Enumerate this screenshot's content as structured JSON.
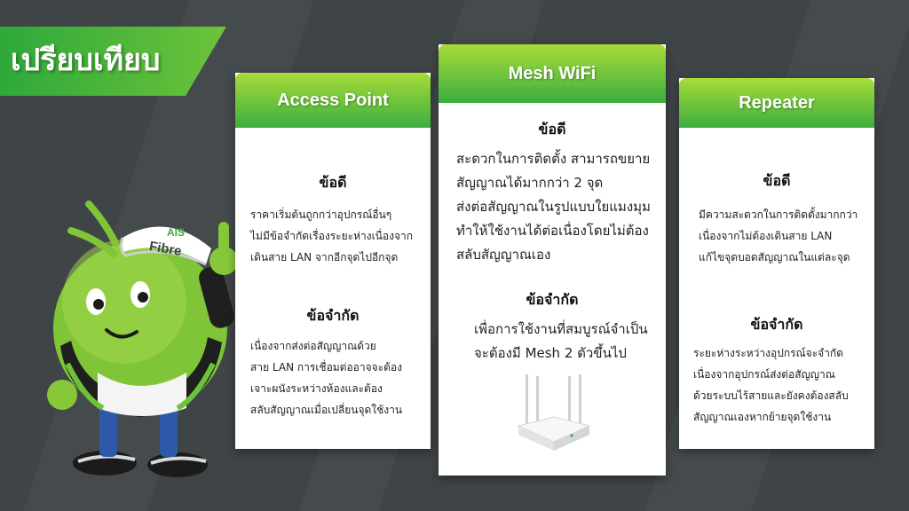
{
  "banner": {
    "title": "เปรียบเทียบ"
  },
  "mascot": {
    "cap_logo_top": "AIS",
    "cap_logo_bottom": "Fibre"
  },
  "cards": {
    "access_point": {
      "title": "Access Point",
      "pros_title": "ข้อดี",
      "pros_text": "ราคาเริ่มต้นถูกกว่าอุปกรณ์อื่นๆ\nไม่มีข้อจำกัดเรื่องระยะห่างเนื่องจาก\nเดินสาย LAN จากอีกจุดไปอีกจุด",
      "cons_title": "ข้อจำกัด",
      "cons_text": "เนื่องจากส่งต่อสัญญาณด้วย\nสาย LAN การเชื่อมต่ออาจจะต้อง\nเจาะผนังระหว่างห้องและต้อง\nสลับสัญญาณเมื่อเปลี่ยนจุดใช้งาน"
    },
    "mesh": {
      "title": "Mesh WiFi",
      "pros_title": "ข้อดี",
      "pros_text": "สะดวกในการติดตั้ง สามารถขยาย\nสัญญาณได้มากกว่า 2 จุด\nส่งต่อสัญญาณในรูปแบบใยแมงมุม\nทำให้ใช้งานได้ต่อเนื่องโดยไม่ต้อง\nสลับสัญญาณเอง",
      "cons_title": "ข้อจำกัด",
      "cons_text": "เพื่อการใช้งานที่สมบูรณ์จำเป็น\nจะต้องมี Mesh 2 ตัวขึ้นไป"
    },
    "repeater": {
      "title": "Repeater",
      "pros_title": "ข้อดี",
      "pros_text": "มีความสะดวกในการติดตั้งมากกว่า\nเนื่องจากไม่ต้องเดินสาย LAN\nแก้ไขจุดบอดสัญญาณในแต่ละจุด",
      "cons_title": "ข้อจำกัด",
      "cons_text": "ระยะห่างระหว่างอุปกรณ์จะจำกัด\nเนื่องจากอุปกรณ์ส่งต่อสัญญาณ\nด้วยระบบไร้สายและยังคงต้องสลับ\nสัญญาณเองหากย้ายจุดใช้งาน"
    }
  },
  "colors": {
    "background": "#3f4446",
    "accent_green": "#3cae3f",
    "accent_lime": "#a8dc3a",
    "card_bg": "#ffffff"
  }
}
